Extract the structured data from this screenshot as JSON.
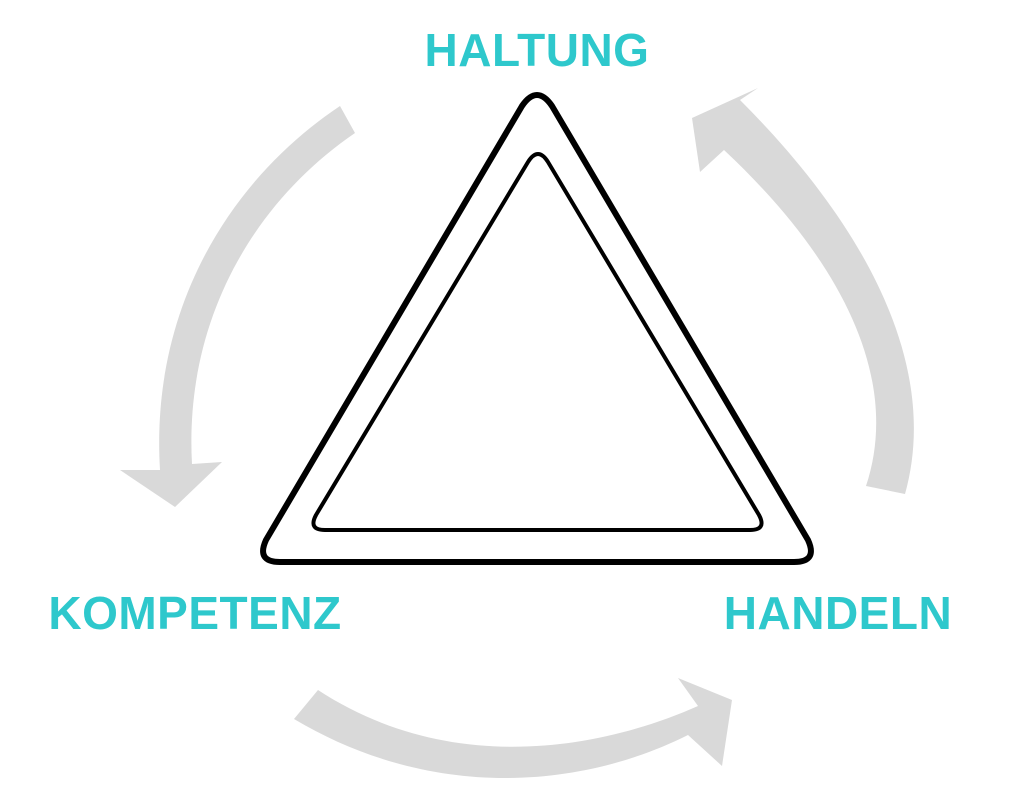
{
  "diagram": {
    "labels": {
      "top": "HALTUNG",
      "left": "KOMPETENZ",
      "right": "HANDELN"
    },
    "colors": {
      "label": "#2ec8cc",
      "arrow": "#d9d9d9",
      "triangle_stroke": "#000000",
      "background": "#ffffff"
    }
  }
}
